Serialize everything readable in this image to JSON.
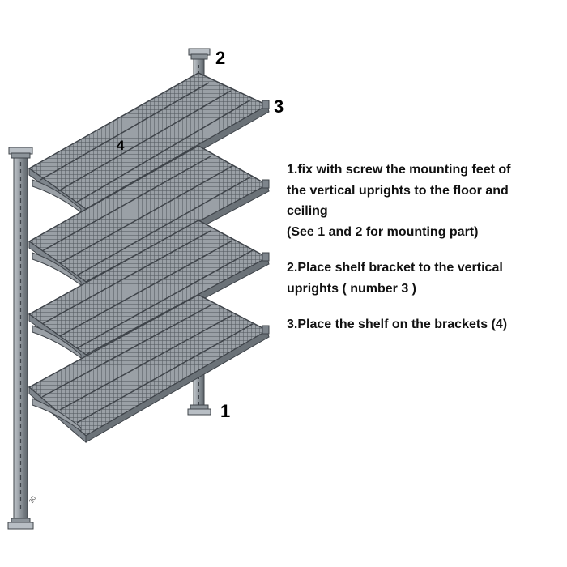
{
  "callouts": {
    "mount_floor": "1",
    "mount_ceiling": "2",
    "bracket": "3",
    "shelf": "4"
  },
  "instructions": {
    "step1_lines": [
      "1.fix with screw the mounting feet of",
      "the vertical uprights to the floor and",
      "ceiling",
      "(See 1 and 2 for mounting part)"
    ],
    "step2_lines": [
      "2.Place shelf bracket to the vertical",
      "uprights ( number 3 )"
    ],
    "step3_lines": [
      "3.Place the shelf on the brackets (4)"
    ]
  },
  "upright_marking": "30",
  "colors": {
    "metal": "#7e858c",
    "metal_dark": "#4a4f55",
    "metal_light": "#b5bbc1",
    "mesh": "#5c6268",
    "text": "#111111"
  }
}
